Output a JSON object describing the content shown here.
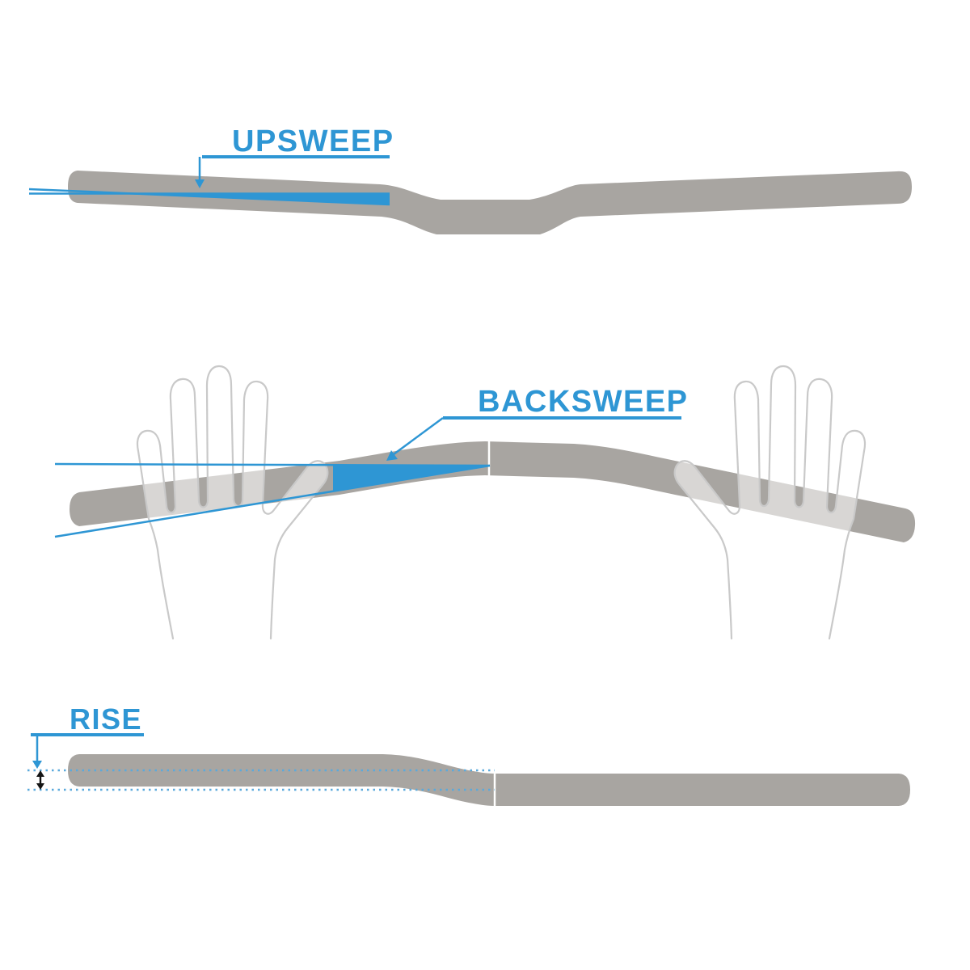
{
  "diagram": {
    "type": "handlebar-geometry-diagram",
    "sections": [
      {
        "id": "upsweep",
        "label": "UPSWEEP"
      },
      {
        "id": "backsweep",
        "label": "BACKSWEEP"
      },
      {
        "id": "rise",
        "label": "RISE"
      }
    ],
    "colors": {
      "accent_blue": "#2e96d4",
      "bar_gray": "#a8a5a1",
      "hand_outline": "#c9c9c9",
      "dotted_blue": "#5aa9dc",
      "measure_arrow_black": "#141414",
      "background": "#ffffff"
    }
  }
}
